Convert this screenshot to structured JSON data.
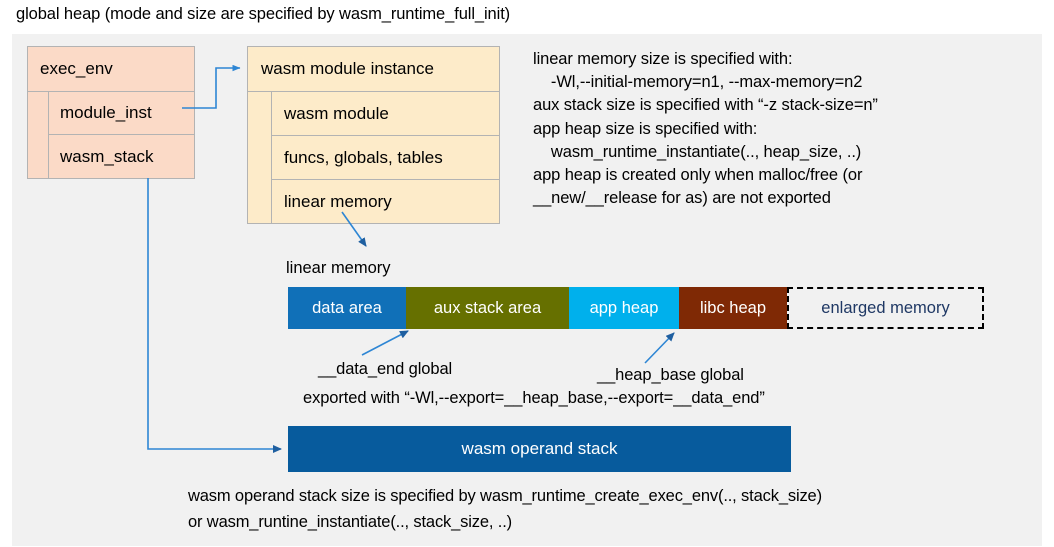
{
  "title": "global heap (mode and size are specified by wasm_runtime_full_init)",
  "exec_env": {
    "title": "exec_env",
    "rows": [
      {
        "label": "module_inst"
      },
      {
        "label": "wasm_stack"
      }
    ]
  },
  "module_instance": {
    "title": "wasm module instance",
    "rows": [
      {
        "label": "wasm module"
      },
      {
        "label": "funcs, globals, tables"
      },
      {
        "label": "linear memory"
      }
    ]
  },
  "notes": "linear memory size is specified with:\n    -Wl,--initial-memory=n1, --max-memory=n2\naux stack size is specified with “-z stack-size=n”\napp heap size is specified with:\n    wasm_runtime_instantiate(.., heap_size, ..)\napp heap is created only when malloc/free (or\n__new/__release for as) are not exported",
  "linear_memory": {
    "caption": "linear memory",
    "segments": [
      {
        "label": "data area",
        "color": "#1070b8",
        "text_color": "#ffffff",
        "width": 118,
        "style": "solid"
      },
      {
        "label": "aux stack area",
        "color": "#667000",
        "text_color": "#ffffff",
        "width": 163,
        "style": "solid"
      },
      {
        "label": "app heap",
        "color": "#00b0ec",
        "text_color": "#ffffff",
        "width": 110,
        "style": "solid"
      },
      {
        "label": "libc heap",
        "color": "#7f2905",
        "text_color": "#ffffff",
        "width": 108,
        "style": "solid"
      },
      {
        "label": "enlarged memory",
        "color": "#f1f1f1",
        "text_color": "#1f3864",
        "width": 197,
        "style": "dashed"
      }
    ]
  },
  "annotations": {
    "data_end": "__data_end global",
    "heap_base": "__heap_base global",
    "exported_with": "exported with “-Wl,--export=__heap_base,--export=__data_end”"
  },
  "operand_stack": {
    "label": "wasm operand stack",
    "note": "wasm operand stack size is specified by wasm_runtime_create_exec_env(.., stack_size)\nor wasm_runtine_instantiate(.., stack_size, ..)"
  },
  "colors": {
    "panel_background": "#f1f1f1",
    "exec_env_fill": "#fbdac7",
    "module_instance_fill": "#fdebc9",
    "operand_stack_fill": "#075b9d",
    "connector": "#2e86d4",
    "box_border": "#b3b3b3"
  }
}
